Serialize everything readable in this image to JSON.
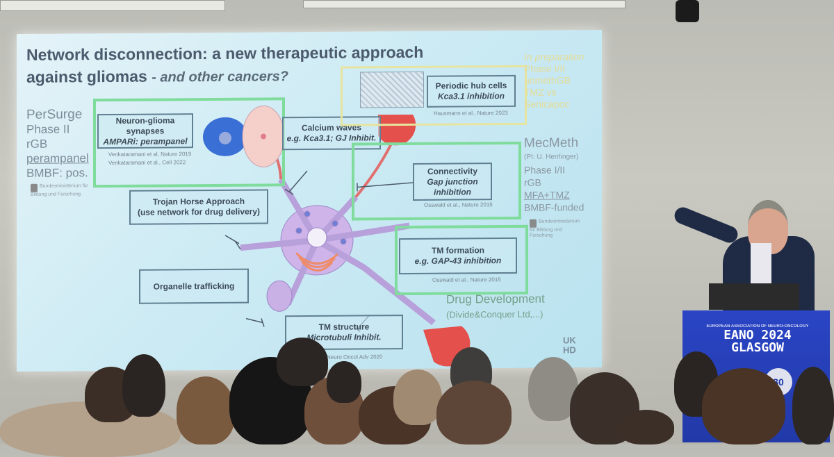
{
  "slide": {
    "title_line1": "Network disconnection: a new therapeutic approach",
    "title_line2": "against gliomas",
    "title_subtitle": "- and other cancers?",
    "left_col": [
      "PerSurge",
      "Phase II",
      "rGB",
      "perampanel",
      "BMBF: pos."
    ],
    "ministry_text_1": "Bundesministerium für Bildung und Forschung",
    "ministry_text_2": "Bundesministerium für Bildung und Forschung",
    "boxes": {
      "synapses_title": "Neuron-glioma synapses",
      "synapses_sub": "AMPARi: perampanel",
      "calcium_title": "Calcium waves",
      "calcium_sub": "e.g. Kca3.1; GJ Inhibit.",
      "periodic_title": "Periodic hub cells",
      "periodic_sub": "Kca3.1 inhibition",
      "connectivity_title": "Connectivity",
      "connectivity_sub": "Gap junction inhibition",
      "trojan_title": "Trojan Horse Approach",
      "trojan_sub": "(use network for drug delivery)",
      "tm_formation_title": "TM formation",
      "tm_formation_sub": "e.g. GAP-43 inhibition",
      "organelle_title": "Organelle trafficking",
      "tm_structure_title": "TM structure",
      "tm_structure_sub": "Microtubuli Inhibit."
    },
    "citations": {
      "venk1": "Venkataramani et al, Nature 2019",
      "venk2": "Venkataramani et al., Cell 2022",
      "hausmann": "Hausmann et al., Nature 2023",
      "osswald1": "Osswald et al., Nature 2015",
      "osswald2": "Osswald et al., Nature 2015",
      "neurooncol": "Neuro Oncol Adv 2020"
    },
    "in_prep": [
      "In preparation",
      "Phase I/II",
      "unmethGB",
      "TMZ vs",
      "Senicapoc"
    ],
    "mecmeth": {
      "title": "MecMeth",
      "pi": "(PI: U. Herrlinger)",
      "lines": [
        "Phase I/II",
        "rGB",
        "MFA+TMZ",
        "BMBF-funded"
      ]
    },
    "drug_dev_1": "Drug Development",
    "drug_dev_2": "(Divide&Conquer Ltd,...)",
    "ukhd_1": "UK",
    "ukhd_2": "HD"
  },
  "podium": {
    "small_text": "EUROPEAN ASSOCIATION OF NEURO-ONCOLOGY",
    "line1": "EANO 2024",
    "line2": "GLASGOW",
    "logo": "30"
  },
  "colors": {
    "slide_bg": "#cdebf4",
    "green_box": "#7fdc9c",
    "yellow_box": "#e7e49f",
    "podium": "#2239a8"
  }
}
